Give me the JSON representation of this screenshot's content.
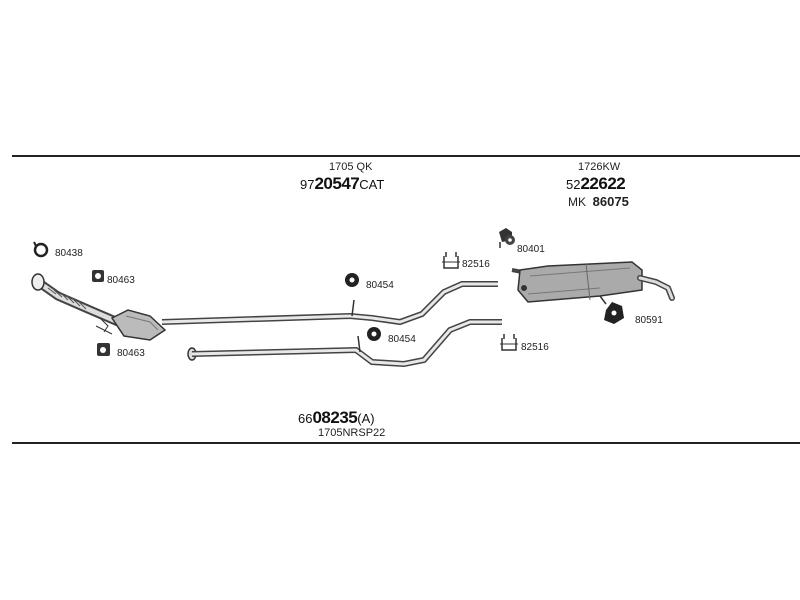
{
  "assembly_top_left": {
    "name": "1705 QK",
    "code_prefix": "97",
    "code_main": "20547",
    "code_suffix": "CAT"
  },
  "assembly_top_right": {
    "name": "1726KW",
    "code_prefix": "52",
    "code_main": "22622",
    "mk_prefix": "MK",
    "mk_code": "86075"
  },
  "assembly_bottom": {
    "code_prefix": "66",
    "code_main": "08235",
    "code_suffix": "(A)",
    "name": "1705NRSP22"
  },
  "parts": {
    "p80438": "80438",
    "p80463a": "80463",
    "p80463b": "80463",
    "p80454a": "80454",
    "p80454b": "80454",
    "p82516a": "82516",
    "p82516b": "82516",
    "p80401": "80401",
    "p80591": "80591"
  }
}
